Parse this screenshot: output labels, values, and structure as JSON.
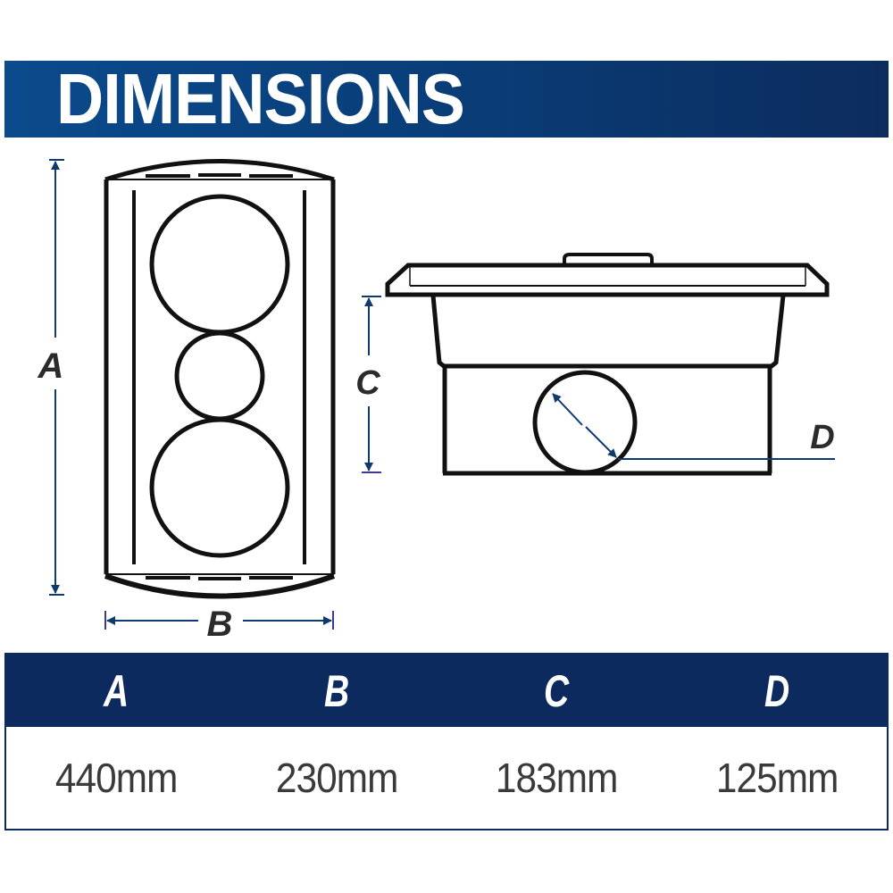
{
  "header": {
    "title": "DIMENSIONS",
    "gradient_start": "#0b4a8c",
    "gradient_end": "#0c2c5e"
  },
  "colors": {
    "navy": "#0c2a5e",
    "dimension_line": "#0e3a6e",
    "outline": "#111111",
    "value_text": "#3a3a3a"
  },
  "front_view": {
    "height_label": "A",
    "width_label": "B"
  },
  "side_view": {
    "depth_label": "C",
    "diameter_label": "D"
  },
  "table": {
    "columns": [
      {
        "key": "A",
        "value": "440mm"
      },
      {
        "key": "B",
        "value": "230mm"
      },
      {
        "key": "C",
        "value": "183mm"
      },
      {
        "key": "D",
        "value": "125mm"
      }
    ]
  }
}
